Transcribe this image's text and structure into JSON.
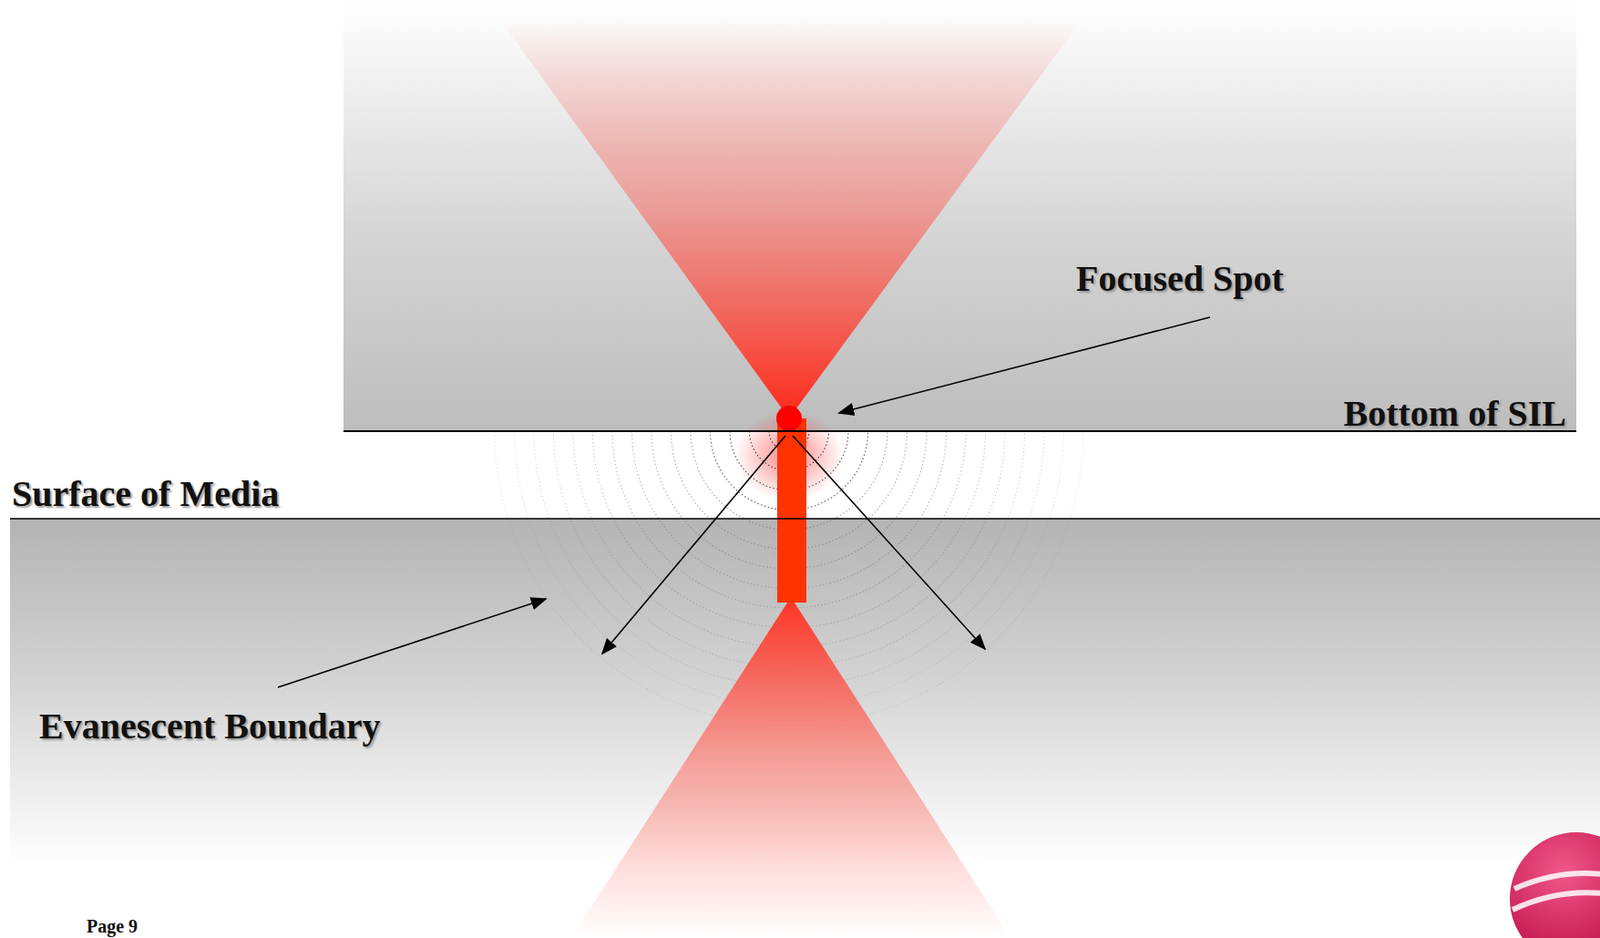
{
  "diagram": {
    "labels": [
      "Focused Spot",
      "Bottom of SIL",
      "Surface of Media",
      "Evanescent Boundary",
      "Page 9"
    ]
  }
}
